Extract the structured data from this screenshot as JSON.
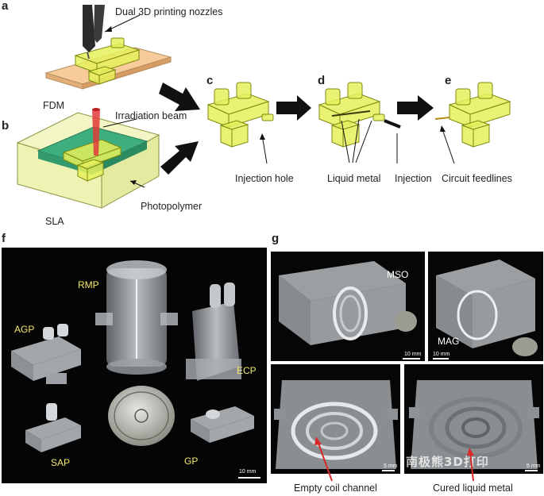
{
  "top": {
    "panels": {
      "a": "a",
      "b": "b",
      "c": "c",
      "d": "d",
      "e": "e"
    },
    "labels": {
      "nozzles": "Dual 3D printing nozzles",
      "fdm": "FDM",
      "irradiation": "Irradiation beam",
      "sla": "SLA",
      "photopolymer": "Photopolymer",
      "injection_hole": "Injection hole",
      "liquid_metal": "Liquid metal",
      "injection": "Injection",
      "circuit_feedlines": "Circuit feedlines"
    }
  },
  "bottom": {
    "panel_f": "f",
    "panel_g": "g",
    "f_labels": {
      "agp": "AGP",
      "rmp": "RMP",
      "ecp": "ECP",
      "sap": "SAP",
      "gp": "GP",
      "scale": "10 mm"
    },
    "g_labels": {
      "mso": "MSO",
      "mag": "MAG",
      "scale1": "10 mm",
      "scale2": "10 mm",
      "scale3": "5 mm",
      "scale4": "5 mm",
      "empty_coil": "Empty coil channel",
      "cured_metal": "Cured liquid metal"
    },
    "watermark": "南极熊3D打印"
  },
  "colors": {
    "resin": "#e6f05a",
    "fdm_plate": "#f8cc9a",
    "sla_tank": "#f3f6c4",
    "sla_plate": "#3fae7e",
    "beam": "#e03a3a",
    "arrow": "#111111",
    "photo_label": "#f2e96a"
  }
}
